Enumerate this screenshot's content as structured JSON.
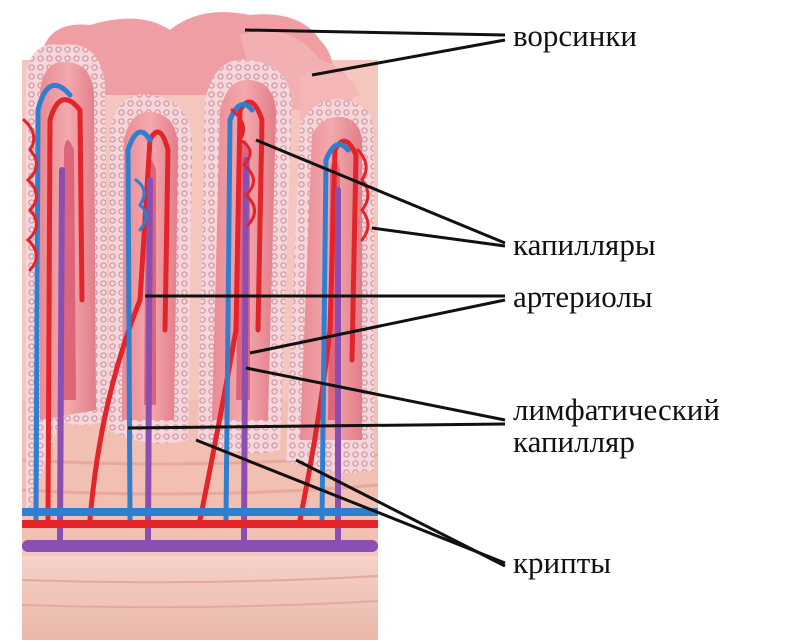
{
  "labels": {
    "villi": "ворсинки",
    "capillaries": "капилляры",
    "arterioles": "артериолы",
    "lymph_line1": "лимфатический",
    "lymph_line2": "капилляр",
    "crypts": "крипты"
  },
  "colors": {
    "tissue": "#f2b3ac",
    "villus_fill": "#e9868e",
    "villus_core": "#d95a72",
    "epithelium": "#f6d6da",
    "artery": "#e3242b",
    "vein": "#2f7fd0",
    "lymph": "#8a4fb0",
    "muscle": "#f0c2b6",
    "line": "#111111"
  }
}
